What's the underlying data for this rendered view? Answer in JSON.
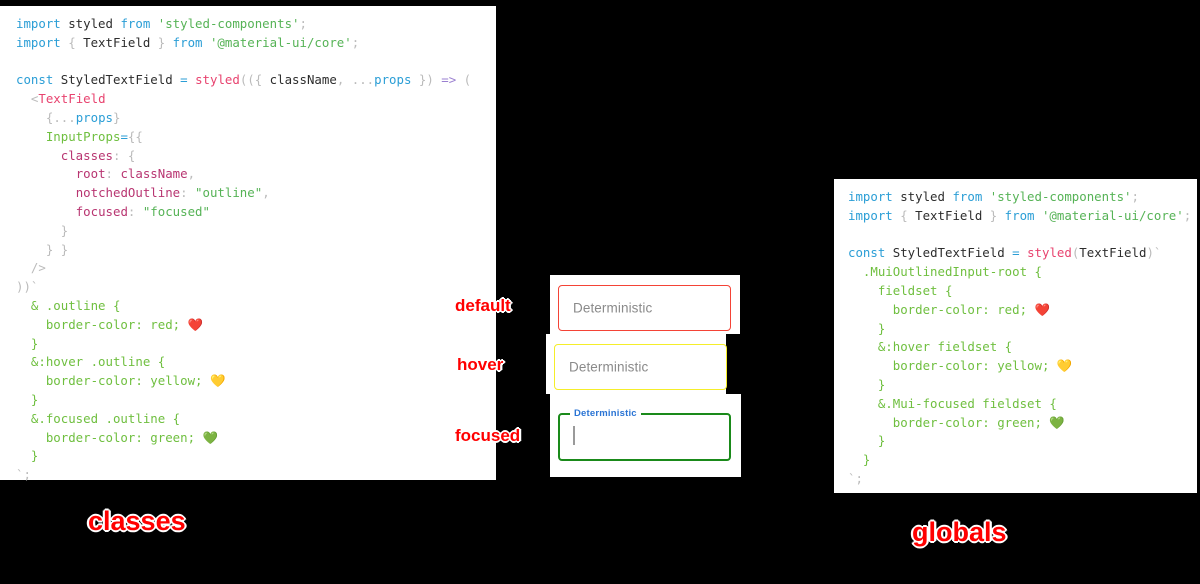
{
  "background_color": "#000000",
  "accent_color": "#ff0000",
  "panels": {
    "classes": {
      "name": "classes",
      "caption": "classes",
      "code_lines": [
        [
          {
            "t": "import ",
            "c": "k"
          },
          {
            "t": "styled",
            "c": "id"
          },
          {
            "t": " from ",
            "c": "k"
          },
          {
            "t": "'styled-components'",
            "c": "str"
          },
          {
            "t": ";",
            "c": "pn"
          }
        ],
        [
          {
            "t": "import ",
            "c": "k"
          },
          {
            "t": "{ ",
            "c": "pn"
          },
          {
            "t": "TextField",
            "c": "id"
          },
          {
            "t": " }",
            "c": "pn"
          },
          {
            "t": " from ",
            "c": "k"
          },
          {
            "t": "'@material-ui/core'",
            "c": "str"
          },
          {
            "t": ";",
            "c": "pn"
          }
        ],
        [],
        [
          {
            "t": "const ",
            "c": "k"
          },
          {
            "t": "StyledTextField",
            "c": "id"
          },
          {
            "t": " = ",
            "c": "k"
          },
          {
            "t": "styled",
            "c": "fn"
          },
          {
            "t": "((",
            "c": "pn"
          },
          {
            "t": "{ ",
            "c": "pn"
          },
          {
            "t": "className",
            "c": "id"
          },
          {
            "t": ", ",
            "c": "pn"
          },
          {
            "t": "...",
            "c": "pn"
          },
          {
            "t": "props",
            "c": "k"
          },
          {
            "t": " }",
            "c": "pn"
          },
          {
            "t": ") ",
            "c": "pn"
          },
          {
            "t": "=>",
            "c": "op"
          },
          {
            "t": " (",
            "c": "pn"
          }
        ],
        [
          {
            "t": "  <",
            "c": "pn"
          },
          {
            "t": "TextField",
            "c": "tag"
          }
        ],
        [
          {
            "t": "    {",
            "c": "pn"
          },
          {
            "t": "...",
            "c": "pn"
          },
          {
            "t": "props",
            "c": "k"
          },
          {
            "t": "}",
            "c": "pn"
          }
        ],
        [
          {
            "t": "    ",
            "c": "pn"
          },
          {
            "t": "InputProps",
            "c": "css"
          },
          {
            "t": "=",
            "c": "k"
          },
          {
            "t": "{{",
            "c": "pn"
          }
        ],
        [
          {
            "t": "      ",
            "c": "pn"
          },
          {
            "t": "classes",
            "c": "prop"
          },
          {
            "t": ": {",
            "c": "pn"
          }
        ],
        [
          {
            "t": "        ",
            "c": "pn"
          },
          {
            "t": "root",
            "c": "prop"
          },
          {
            "t": ": ",
            "c": "pn"
          },
          {
            "t": "className",
            "c": "pval"
          },
          {
            "t": ",",
            "c": "pn"
          }
        ],
        [
          {
            "t": "        ",
            "c": "pn"
          },
          {
            "t": "notchedOutline",
            "c": "prop"
          },
          {
            "t": ": ",
            "c": "pn"
          },
          {
            "t": "\"outline\"",
            "c": "str"
          },
          {
            "t": ",",
            "c": "pn"
          }
        ],
        [
          {
            "t": "        ",
            "c": "pn"
          },
          {
            "t": "focused",
            "c": "prop"
          },
          {
            "t": ": ",
            "c": "pn"
          },
          {
            "t": "\"focused\"",
            "c": "str"
          }
        ],
        [
          {
            "t": "      }",
            "c": "pn"
          }
        ],
        [
          {
            "t": "    } }",
            "c": "pn"
          }
        ],
        [
          {
            "t": "  />",
            "c": "pn"
          }
        ],
        [
          {
            "t": "))`",
            "c": "pn"
          }
        ],
        [
          {
            "t": "  & .outline {",
            "c": "css"
          }
        ],
        [
          {
            "t": "    border-color: red; ",
            "c": "css"
          },
          {
            "t": "❤️",
            "c": "emo"
          }
        ],
        [
          {
            "t": "  }",
            "c": "css"
          }
        ],
        [
          {
            "t": "  &:hover .outline {",
            "c": "css"
          }
        ],
        [
          {
            "t": "    border-color: yellow; ",
            "c": "css"
          },
          {
            "t": "💛",
            "c": "emo"
          }
        ],
        [
          {
            "t": "  }",
            "c": "css"
          }
        ],
        [
          {
            "t": "  &.focused .outline {",
            "c": "css"
          }
        ],
        [
          {
            "t": "    border-color: green; ",
            "c": "css"
          },
          {
            "t": "💚",
            "c": "emo"
          }
        ],
        [
          {
            "t": "  }",
            "c": "css"
          }
        ],
        [
          {
            "t": "`;",
            "c": "pn"
          }
        ]
      ]
    },
    "globals": {
      "name": "globals",
      "caption": "globals",
      "code_lines": [
        [
          {
            "t": "import ",
            "c": "k"
          },
          {
            "t": "styled",
            "c": "id"
          },
          {
            "t": " from ",
            "c": "k"
          },
          {
            "t": "'styled-components'",
            "c": "str"
          },
          {
            "t": ";",
            "c": "pn"
          }
        ],
        [
          {
            "t": "import ",
            "c": "k"
          },
          {
            "t": "{ ",
            "c": "pn"
          },
          {
            "t": "TextField",
            "c": "id"
          },
          {
            "t": " }",
            "c": "pn"
          },
          {
            "t": " from ",
            "c": "k"
          },
          {
            "t": "'@material-ui/core'",
            "c": "str"
          },
          {
            "t": ";",
            "c": "pn"
          }
        ],
        [],
        [
          {
            "t": "const ",
            "c": "k"
          },
          {
            "t": "StyledTextField",
            "c": "id"
          },
          {
            "t": " = ",
            "c": "k"
          },
          {
            "t": "styled",
            "c": "fn"
          },
          {
            "t": "(",
            "c": "pn"
          },
          {
            "t": "TextField",
            "c": "id"
          },
          {
            "t": ")`",
            "c": "pn"
          }
        ],
        [
          {
            "t": "  .MuiOutlinedInput-root {",
            "c": "css"
          }
        ],
        [
          {
            "t": "    fieldset {",
            "c": "css"
          }
        ],
        [
          {
            "t": "      border-color: red; ",
            "c": "css"
          },
          {
            "t": "❤️",
            "c": "emo"
          }
        ],
        [
          {
            "t": "    }",
            "c": "css"
          }
        ],
        [
          {
            "t": "    &:hover fieldset {",
            "c": "css"
          }
        ],
        [
          {
            "t": "      border-color: yellow; ",
            "c": "css"
          },
          {
            "t": "💛",
            "c": "emo"
          }
        ],
        [
          {
            "t": "    }",
            "c": "css"
          }
        ],
        [
          {
            "t": "    &.Mui-focused fieldset {",
            "c": "css"
          }
        ],
        [
          {
            "t": "      border-color: green; ",
            "c": "css"
          },
          {
            "t": "💚",
            "c": "emo"
          }
        ],
        [
          {
            "t": "    }",
            "c": "css"
          }
        ],
        [
          {
            "t": "  }",
            "c": "css"
          }
        ],
        [
          {
            "t": "`;",
            "c": "pn"
          }
        ]
      ]
    }
  },
  "demo": {
    "fields": [
      {
        "state": "default",
        "annotation": "default",
        "placeholder": "Deterministic",
        "border_color": "#f44336",
        "value": ""
      },
      {
        "state": "hover",
        "annotation": "hover",
        "placeholder": "Deterministic",
        "border_color": "#f5ee2a",
        "value": ""
      },
      {
        "state": "focused",
        "annotation": "focused",
        "floating_label": "Deterministic",
        "label_color": "#2a74d4",
        "border_color": "#1a8a1a",
        "value": ""
      }
    ]
  }
}
